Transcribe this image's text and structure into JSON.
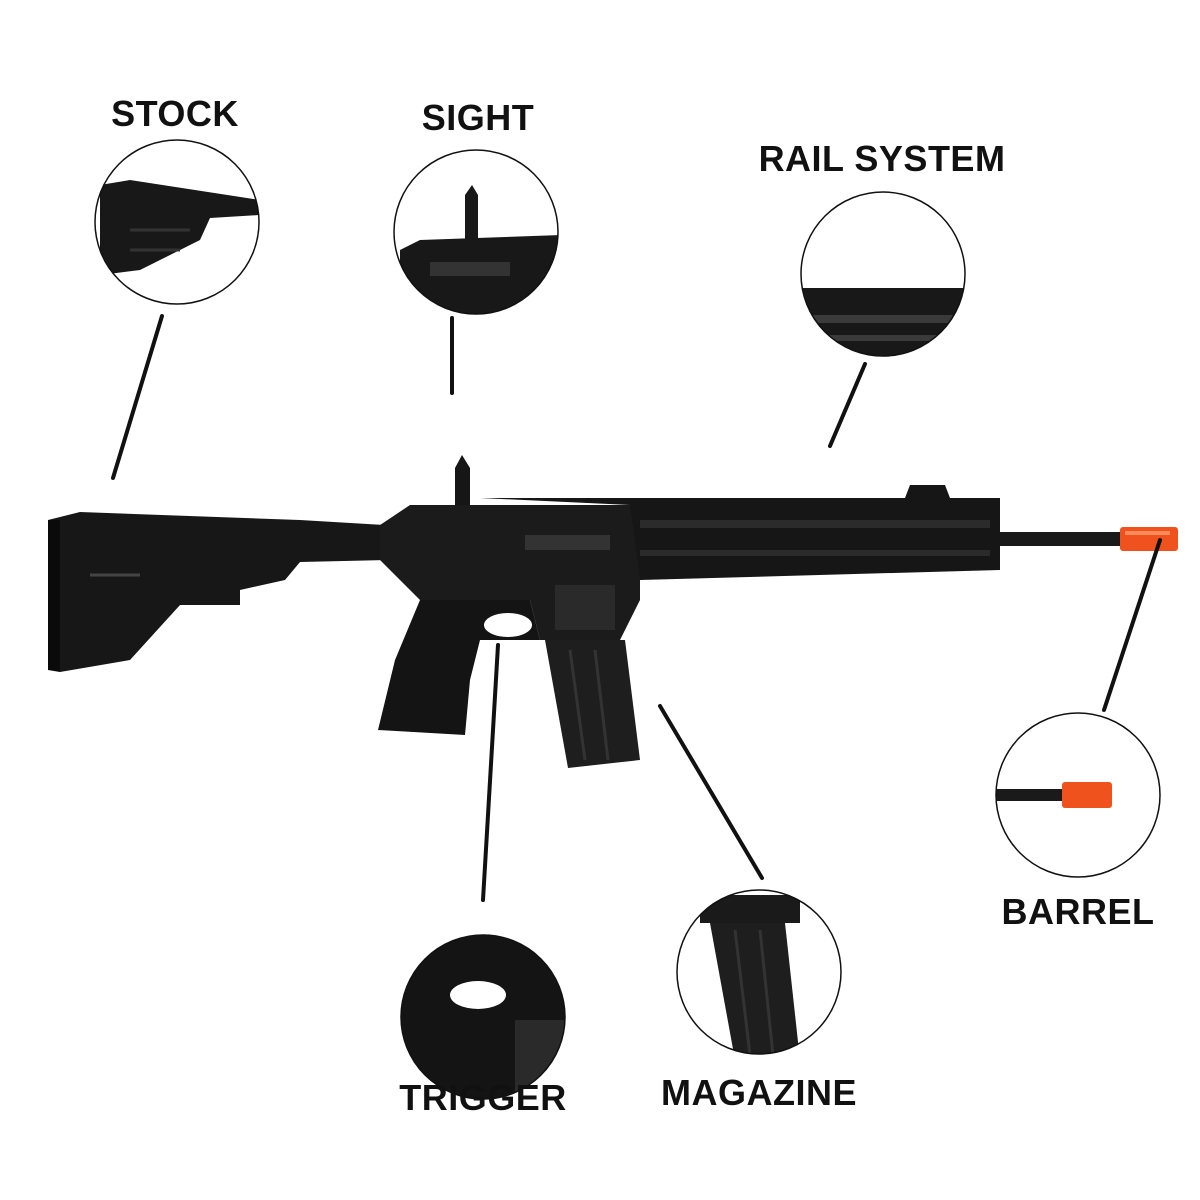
{
  "title": "Rifle parts diagram",
  "colors": {
    "body": "#151515",
    "tip": "#f0521e",
    "line": "#111111"
  },
  "labels": {
    "stock": "STOCK",
    "sight": "SIGHT",
    "rail_system": "RAIL SYSTEM",
    "barrel": "BARREL",
    "trigger": "TRIGGER",
    "magazine": "MAGAZINE"
  }
}
